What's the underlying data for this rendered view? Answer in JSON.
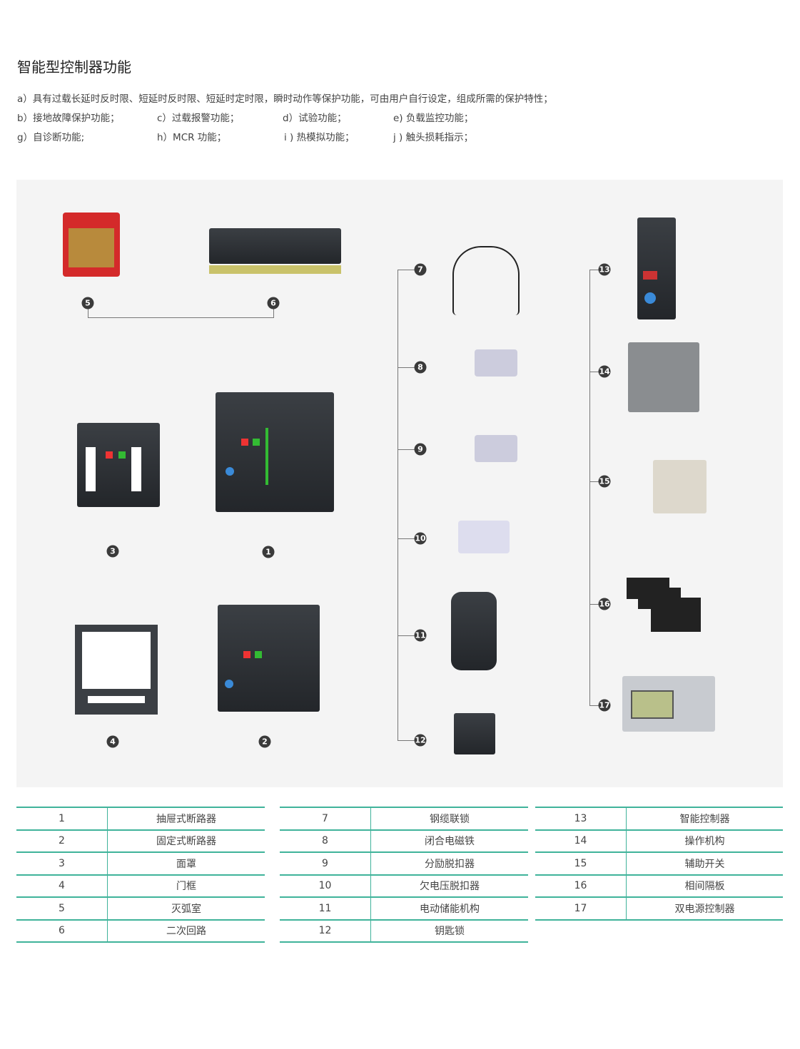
{
  "title": "智能型控制器功能",
  "features": [
    "a）具有过载长延时反时限、短延时反时限、短延时定时限，瞬时动作等保护功能，可由用户自行设定，组成所需的保护特性；",
    "b）接地故障保护功能；",
    "c）过载报警功能；",
    "d）试验功能；",
    "e) 负载监控功能；",
    "g）自诊断功能;",
    "h）MCR 功能；",
    "i ) 热模拟功能；",
    "j ) 触头损耗指示；"
  ],
  "callouts": [
    "1",
    "2",
    "3",
    "4",
    "5",
    "6",
    "7",
    "8",
    "9",
    "10",
    "11",
    "12",
    "13",
    "14",
    "15",
    "16",
    "17"
  ],
  "parts": [
    {
      "no": "1",
      "name": "抽屉式断路器"
    },
    {
      "no": "2",
      "name": "固定式断路器"
    },
    {
      "no": "3",
      "name": "面罩"
    },
    {
      "no": "4",
      "name": "门框"
    },
    {
      "no": "5",
      "name": "灭弧室"
    },
    {
      "no": "6",
      "name": "二次回路"
    },
    {
      "no": "7",
      "name": "钢缆联锁"
    },
    {
      "no": "8",
      "name": "闭合电磁铁"
    },
    {
      "no": "9",
      "name": "分励脱扣器"
    },
    {
      "no": "10",
      "name": "欠电压脱扣器"
    },
    {
      "no": "11",
      "name": "电动储能机构"
    },
    {
      "no": "12",
      "name": "钥匙锁"
    },
    {
      "no": "13",
      "name": "智能控制器"
    },
    {
      "no": "14",
      "name": "操作机构"
    },
    {
      "no": "15",
      "name": "辅助开关"
    },
    {
      "no": "16",
      "name": "相间隔板"
    },
    {
      "no": "17",
      "name": "双电源控制器"
    }
  ],
  "colors": {
    "table_line": "#3fb39a",
    "panel": "#f4f4f4"
  }
}
